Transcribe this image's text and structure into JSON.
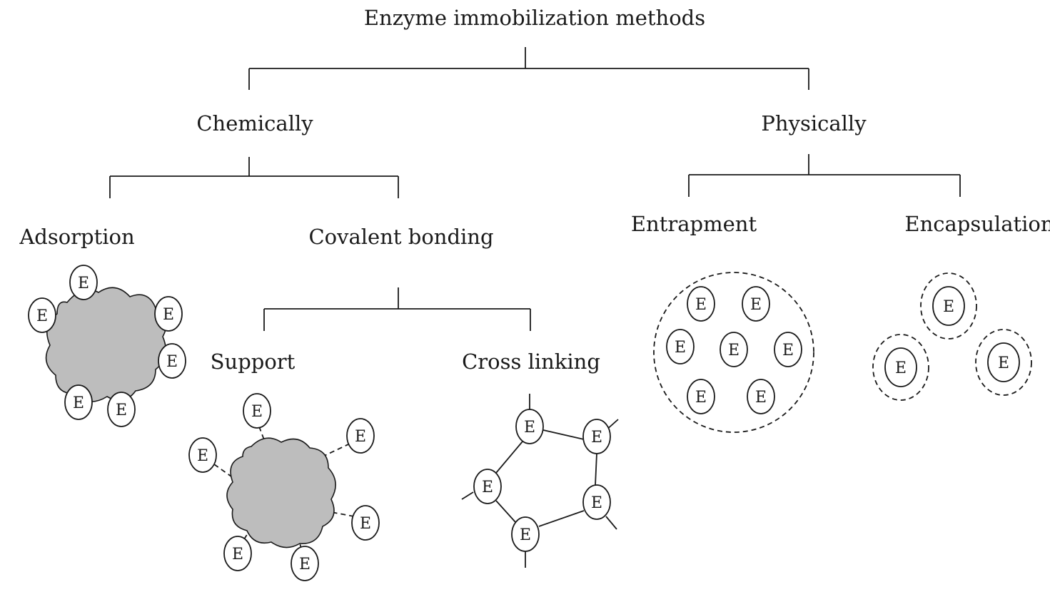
{
  "title": "Enzyme immobilization methods",
  "branches": {
    "chemically": "Chemically",
    "physically": "Physically"
  },
  "methods": {
    "adsorption": "Adsorption",
    "covalent_bonding": "Covalent bonding",
    "entrapment": "Entrapment",
    "encapsulation": "Encapsulation",
    "support": "Support",
    "cross_linking": "Cross linking"
  },
  "enzyme_symbol": "E"
}
